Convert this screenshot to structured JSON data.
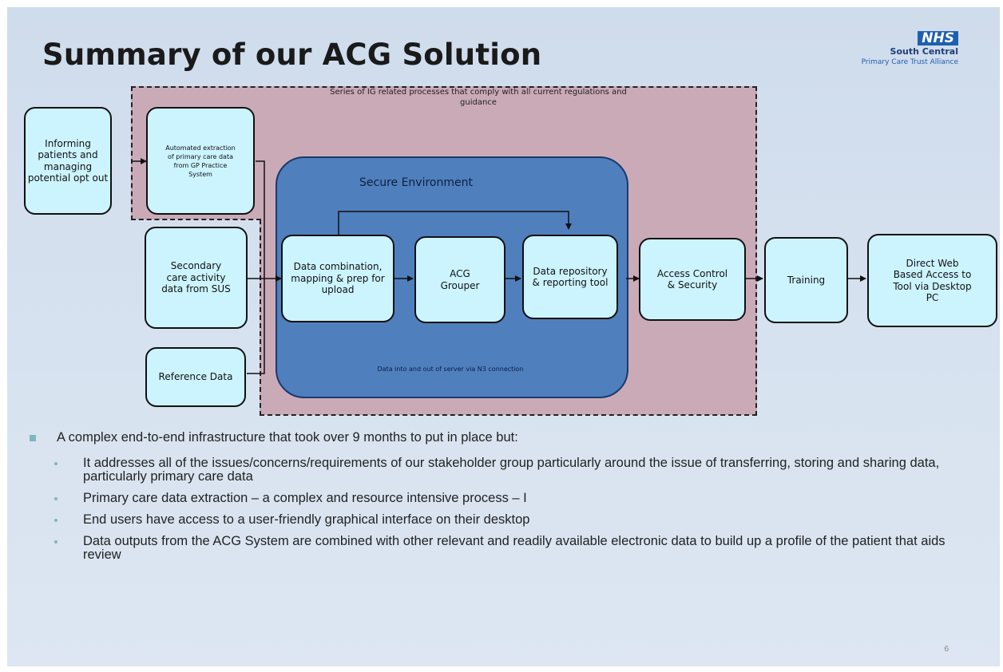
{
  "slide": {
    "title": "Summary of our ACG Solution",
    "page_number": "6"
  },
  "logo": {
    "badge": "NHS",
    "org": "South Central",
    "subtitle": "Primary Care Trust Alliance"
  },
  "diagram": {
    "ig_zone_caption": "Series of IG related processes that comply with all current regulations and guidance",
    "secure_env_title": "Secure Environment",
    "secure_env_footer": "Data into and out of server via N3 connection",
    "nodes": {
      "informing": "Informing patients and managing potential opt out",
      "automated": "Automated extraction of primary care data from GP Practice System",
      "secondary": "Secondary care activity data from SUS",
      "reference": "Reference Data",
      "combination": "Data combination, mapping & prep for upload",
      "grouper": "ACG Grouper",
      "repository": "Data repository & reporting tool",
      "access": "Access Control & Security",
      "training": "Training",
      "web": "Direct Web Based Access to Tool via Desktop PC"
    }
  },
  "bullets": {
    "main": "A complex end-to-end infrastructure that took over 9 months to put in place but:",
    "sub": [
      "It addresses all of the issues/concerns/requirements of our stakeholder group  particularly around the issue of transferring, storing and sharing  data, particularly primary care data",
      "Primary care data extraction – a complex and resource intensive process – I",
      "End users have access to a user-friendly graphical interface on their desktop",
      "Data outputs from the ACG System are combined with other relevant and readily available electronic data to build up a profile of the patient that aids review"
    ]
  }
}
